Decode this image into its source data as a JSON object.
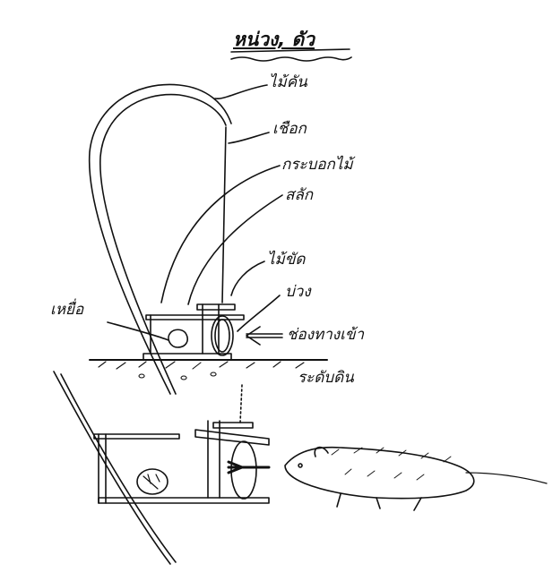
{
  "diagram": {
    "title": "หน่วง, ดัว",
    "labels": {
      "bent_stick": "ไม้คัน",
      "rope": "เชือก",
      "bamboo_tube": "กระบอกไม้",
      "trigger_stick": "สลัก",
      "latch_stick": "ไม้ขัด",
      "noose": "บ่วง",
      "bait": "เหยื่อ",
      "entrance": "ช่องทางเข้า",
      "ground_level": "ระดับดิน"
    }
  }
}
